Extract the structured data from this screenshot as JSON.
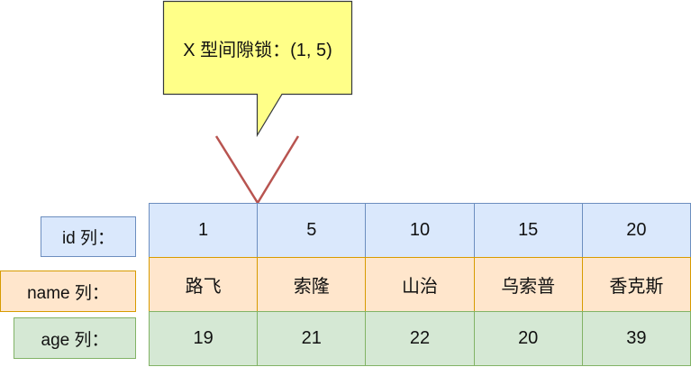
{
  "callout": {
    "text": "X 型间隙锁：(1, 5)",
    "fill": "#ffff88",
    "stroke": "#36393d"
  },
  "range_marker": {
    "color": "#b85450",
    "points_to_boundary_between": [
      "1",
      "5"
    ]
  },
  "row_labels": {
    "id": "id 列：",
    "name": "name 列：",
    "age": "age 列："
  },
  "table": {
    "rows": [
      {
        "key": "id",
        "color_fill": "#dae8fc",
        "color_stroke": "#6c8ebf",
        "cells": [
          "1",
          "5",
          "10",
          "15",
          "20"
        ]
      },
      {
        "key": "name",
        "color_fill": "#ffe6cc",
        "color_stroke": "#d79b00",
        "cells": [
          "路飞",
          "索隆",
          "山治",
          "乌索普",
          "香克斯"
        ]
      },
      {
        "key": "age",
        "color_fill": "#d5e8d4",
        "color_stroke": "#82b366",
        "cells": [
          "19",
          "21",
          "22",
          "20",
          "39"
        ]
      }
    ]
  }
}
